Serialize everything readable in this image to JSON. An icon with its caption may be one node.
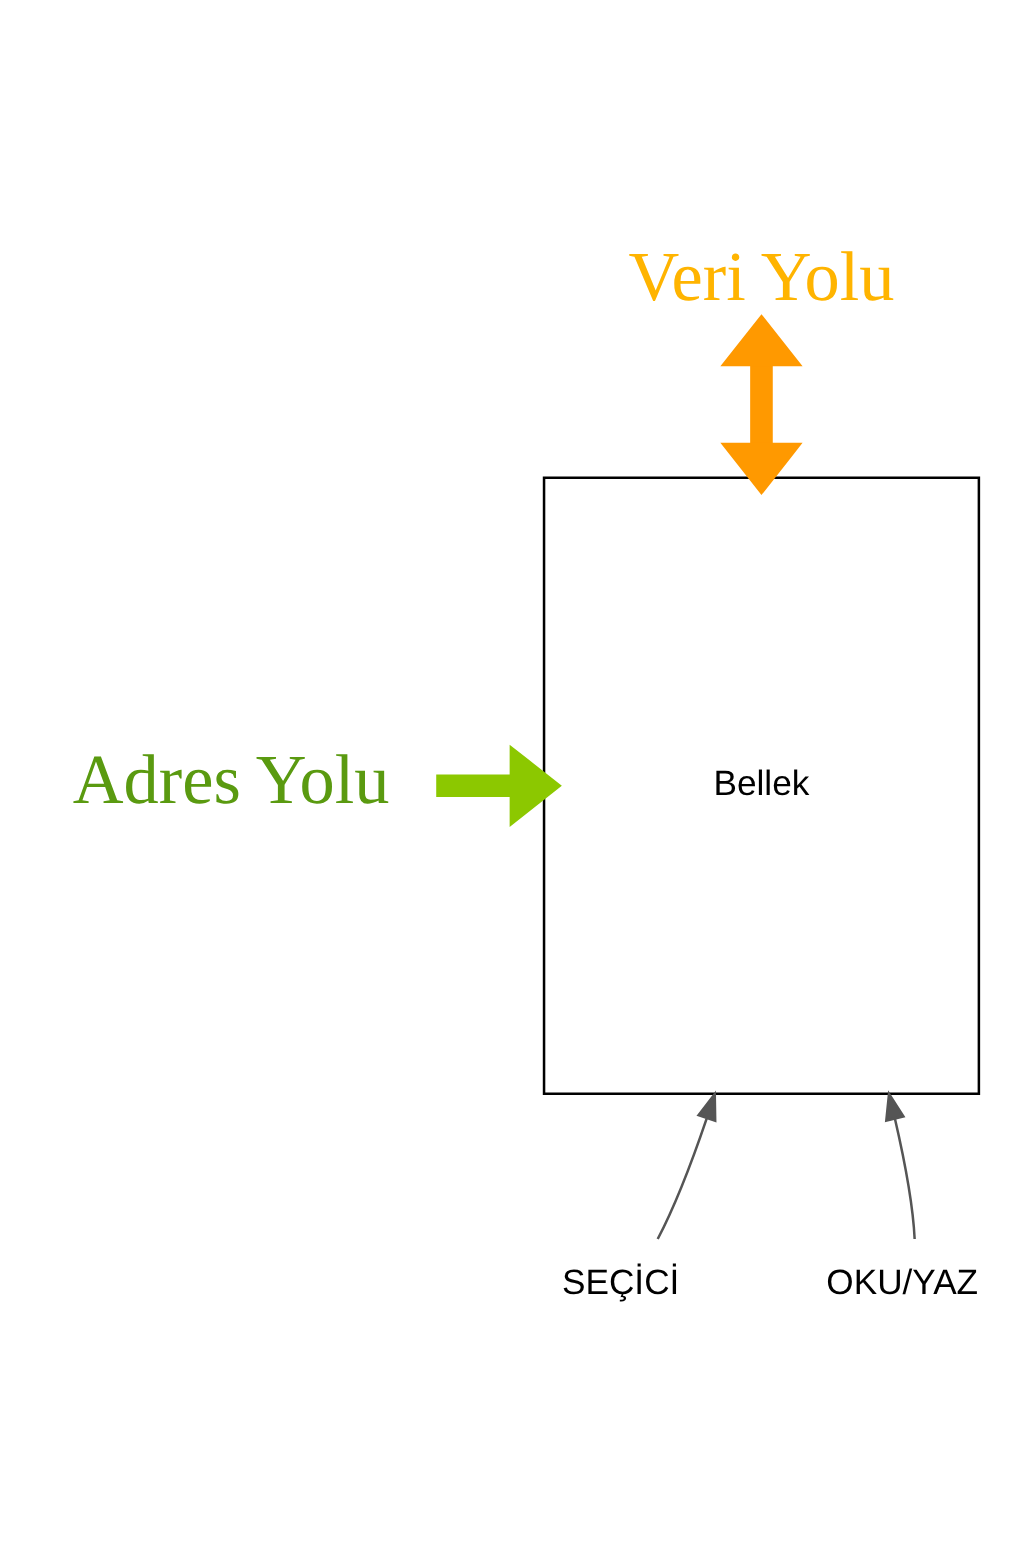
{
  "diagram": {
    "nodes": [
      {
        "text": [
          "Veri Yolu"
        ]
      },
      {
        "text": [
          "Adres Yolu"
        ]
      },
      {
        "text": [
          "Bellek"
        ]
      },
      {
        "text": [
          "SEÇİCİ"
        ]
      },
      {
        "text": [
          "OKU/YAZ"
        ]
      }
    ],
    "edges": [
      {
        "from": 0,
        "to": 2,
        "arrow": "both",
        "style": "thick",
        "color": "#ff9900"
      },
      {
        "from": 1,
        "to": 2,
        "arrow": "to",
        "style": "thick",
        "color": "#8cc800"
      },
      {
        "from": 3,
        "to": 2,
        "arrow": "to"
      },
      {
        "from": 4,
        "to": 2,
        "arrow": "to"
      }
    ]
  }
}
